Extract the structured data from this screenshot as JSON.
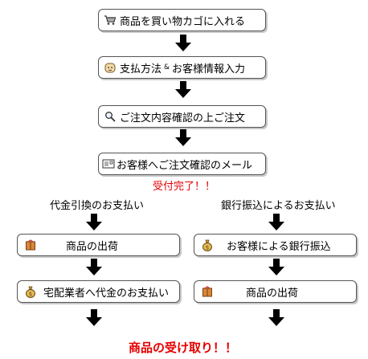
{
  "steps": [
    {
      "label": "商品を買い物カゴに入れる",
      "icon": "cart-icon"
    },
    {
      "label": "支払方法",
      "icon": "face-icon",
      "amp": "&",
      "label2": "お客様情報入力"
    },
    {
      "label": "ご注文内容確認の上ご注文",
      "icon": "magnifier-icon"
    },
    {
      "label": "お客様へご注文確認のメール",
      "icon": "mail-icon"
    }
  ],
  "confirm_text": "受付完了！！",
  "left": {
    "heading": "代金引換のお支払い",
    "steps": [
      {
        "label": "商品の出荷",
        "icon": "package-icon"
      },
      {
        "label": "宅配業者へ代金のお支払い",
        "icon": "money-bag-icon"
      }
    ]
  },
  "right": {
    "heading": "銀行振込によるお支払い",
    "steps": [
      {
        "label": "お客様による銀行振込",
        "icon": "money-bag-icon"
      },
      {
        "label": "商品の出荷",
        "icon": "package-icon"
      }
    ]
  },
  "final_text": "商品の受け取り！！",
  "colors": {
    "accent": "#e60000",
    "border": "#555555",
    "shadow": "#c8c8c8"
  }
}
